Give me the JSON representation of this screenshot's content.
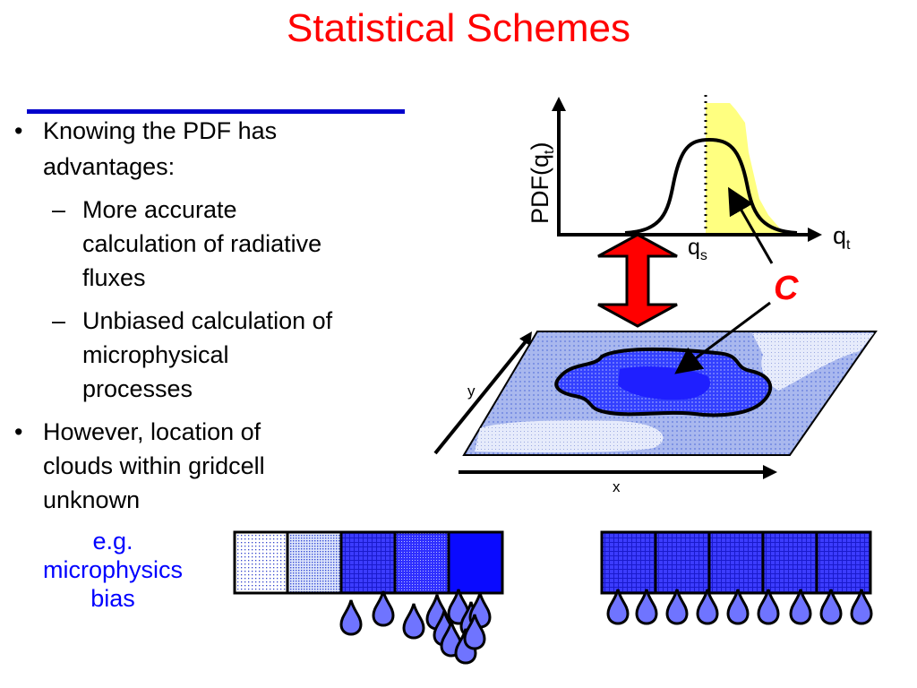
{
  "title": "Statistical Schemes",
  "bullets": [
    {
      "level": 1,
      "marker": "•",
      "lines": [
        "Knowing the PDF has",
        "advantages:"
      ]
    },
    {
      "level": 2,
      "marker": "–",
      "lines": [
        "More accurate",
        "calculation of radiative",
        "fluxes"
      ]
    },
    {
      "level": 2,
      "marker": "–",
      "lines": [
        "Unbiased calculation of",
        "microphysical",
        "processes"
      ]
    },
    {
      "level": 1,
      "marker": "•",
      "lines": [
        "However, location of",
        "clouds within gridcell",
        "unknown"
      ]
    }
  ],
  "note": [
    "e.g.",
    "microphysics",
    "bias"
  ],
  "pdf_plot": {
    "ylabel_main": "PDF(q",
    "ylabel_sub": "t",
    "ylabel_close": ")",
    "xlabel_main": "q",
    "xlabel_sub": "t",
    "threshold_main": "q",
    "threshold_sub": "s",
    "cloud_label": "C"
  },
  "grid_axes": {
    "x_label": "x",
    "y_label": "y"
  },
  "colors": {
    "title": "#ff0000",
    "rule": "#0000cc",
    "note": "#0000ff",
    "cloud_fill": "#ffff80",
    "arrow": "#ff0000",
    "grid_dark": "#1a1aff",
    "grid_light": "#c8d4f4"
  }
}
